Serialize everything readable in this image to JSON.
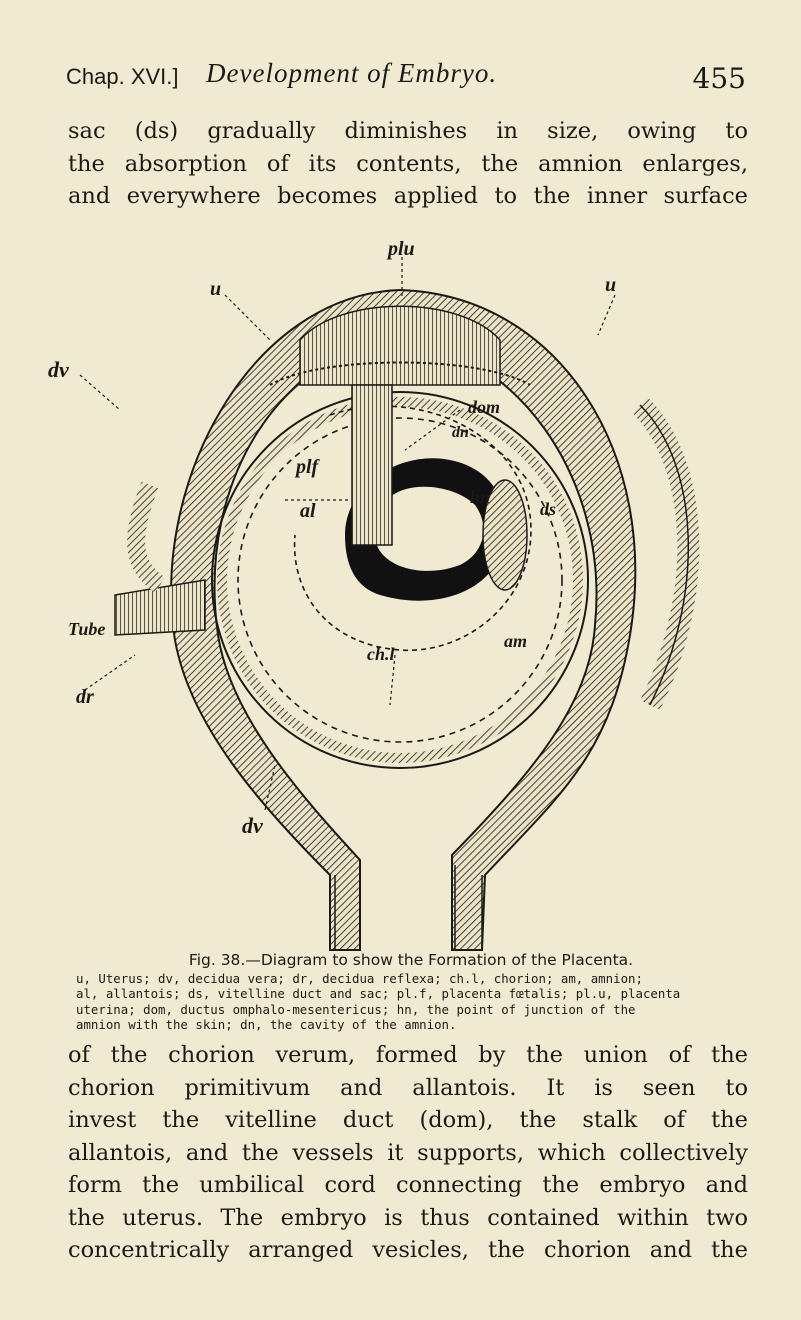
{
  "header": {
    "chapter": "Chap. XVI.]",
    "title": "Development of Embryo.",
    "page_number": "455"
  },
  "top_paragraph": [
    "sac (ds) gradually diminishes in size, owing to",
    "the absorption of its contents, the amnion enlarges,",
    "and everywhere becomes applied to the inner surface"
  ],
  "figure": {
    "labels": {
      "plu": "plu",
      "u_left": "u",
      "u_right": "u",
      "dv_top": "dv",
      "dv_bottom": "dv",
      "tube": "Tube",
      "dr": "dr",
      "plf": "plf",
      "al": "al",
      "dom": "dom",
      "dn": "dn",
      "hn": "hn",
      "ds": "ds",
      "am": "am",
      "chl": "ch.l"
    }
  },
  "caption": {
    "title": "Fig. 38.—Diagram to show the Formation of the Placenta.",
    "lines": [
      "u, Uterus; dv, decidua vera; dr, decidua reflexa; ch.l, chorion; am, amnion;",
      "al, allantois; ds, vitelline duct and sac; pl.f, placenta fœtalis; pl.u, placenta",
      "uterina; dom, ductus omphalo-mesentericus; hn, the point of junction of the",
      "amnion with the skin; dn, the cavity of the amnion."
    ]
  },
  "bottom_paragraph": [
    "of the chorion verum, formed by the union of the",
    "chorion primitivum and allantois. It is seen to",
    "invest the vitelline duct (dom), the stalk of the",
    "allantois, and the vessels it supports, which collectively",
    "form the umbilical cord connecting the embryo and",
    "the uterus. The embryo is thus contained within two",
    "concentrically arranged vesicles, the chorion and the"
  ]
}
